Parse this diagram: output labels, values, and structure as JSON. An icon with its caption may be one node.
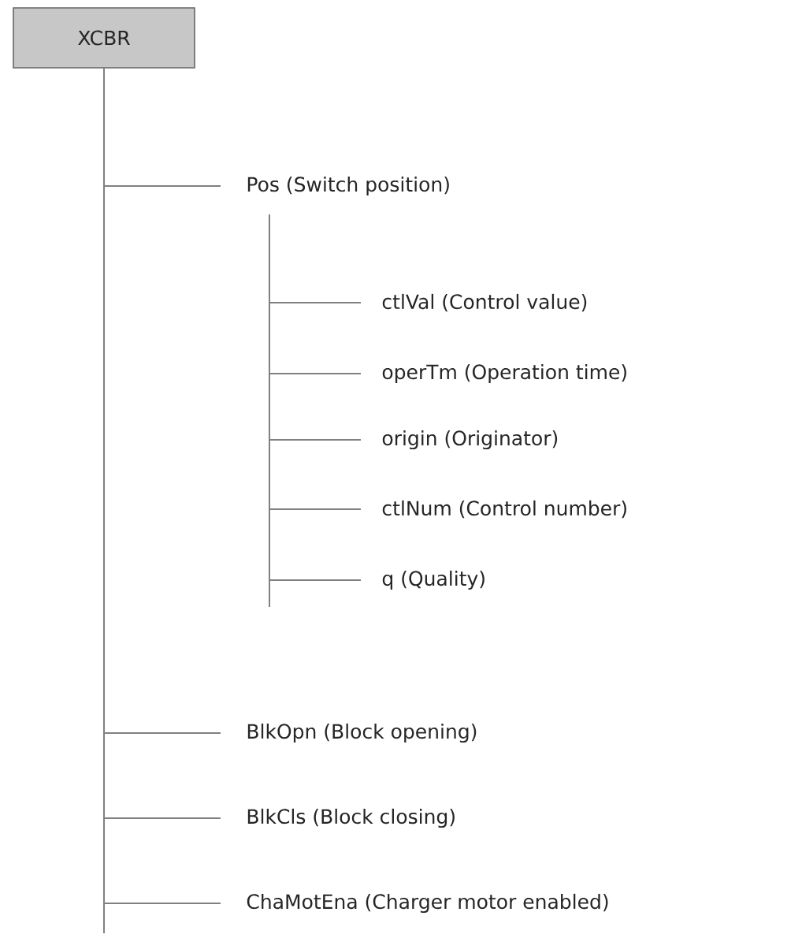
{
  "diagram": {
    "nodes": [
      {
        "text": [
          "XCBR"
        ]
      },
      {
        "text": [
          "Pos (Switch position)"
        ]
      },
      {
        "text": [
          "ctlVal (Control value)"
        ]
      },
      {
        "text": [
          "operTm (Operation time)"
        ]
      },
      {
        "text": [
          "origin (Originator)"
        ]
      },
      {
        "text": [
          "ctlNum (Control number)"
        ]
      },
      {
        "text": [
          "q (Quality)"
        ]
      },
      {
        "text": [
          "BlkOpn (Block opening)"
        ]
      },
      {
        "text": [
          "BlkCls (Block closing)"
        ]
      },
      {
        "text": [
          "ChaMotEna (Charger motor enabled)"
        ]
      }
    ],
    "edges": [
      {
        "from": 0,
        "to": 1,
        "arrow": "none"
      },
      {
        "from": 1,
        "to": 2,
        "arrow": "none"
      },
      {
        "from": 1,
        "to": 3,
        "arrow": "none"
      },
      {
        "from": 1,
        "to": 4,
        "arrow": "none"
      },
      {
        "from": 1,
        "to": 5,
        "arrow": "none"
      },
      {
        "from": 1,
        "to": 6,
        "arrow": "none"
      },
      {
        "from": 0,
        "to": 7,
        "arrow": "none"
      },
      {
        "from": 0,
        "to": 8,
        "arrow": "none"
      },
      {
        "from": 0,
        "to": 9,
        "arrow": "none"
      }
    ]
  }
}
